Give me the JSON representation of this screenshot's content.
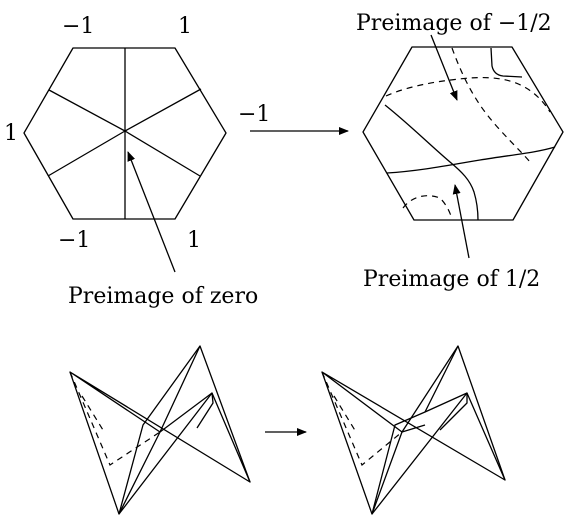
{
  "left_hexagon": {
    "vertex_labels": {
      "top_left": "−1",
      "top_right": "1",
      "left": "1",
      "right": "−1",
      "bottom_left": "−1",
      "bottom_right": "1"
    },
    "caption": "Preimage of zero"
  },
  "right_hexagon": {
    "caption_top": "Preimage of −1/2",
    "caption_bottom": "Preimage of 1/2"
  },
  "bottom_row": {
    "description_note": ""
  }
}
